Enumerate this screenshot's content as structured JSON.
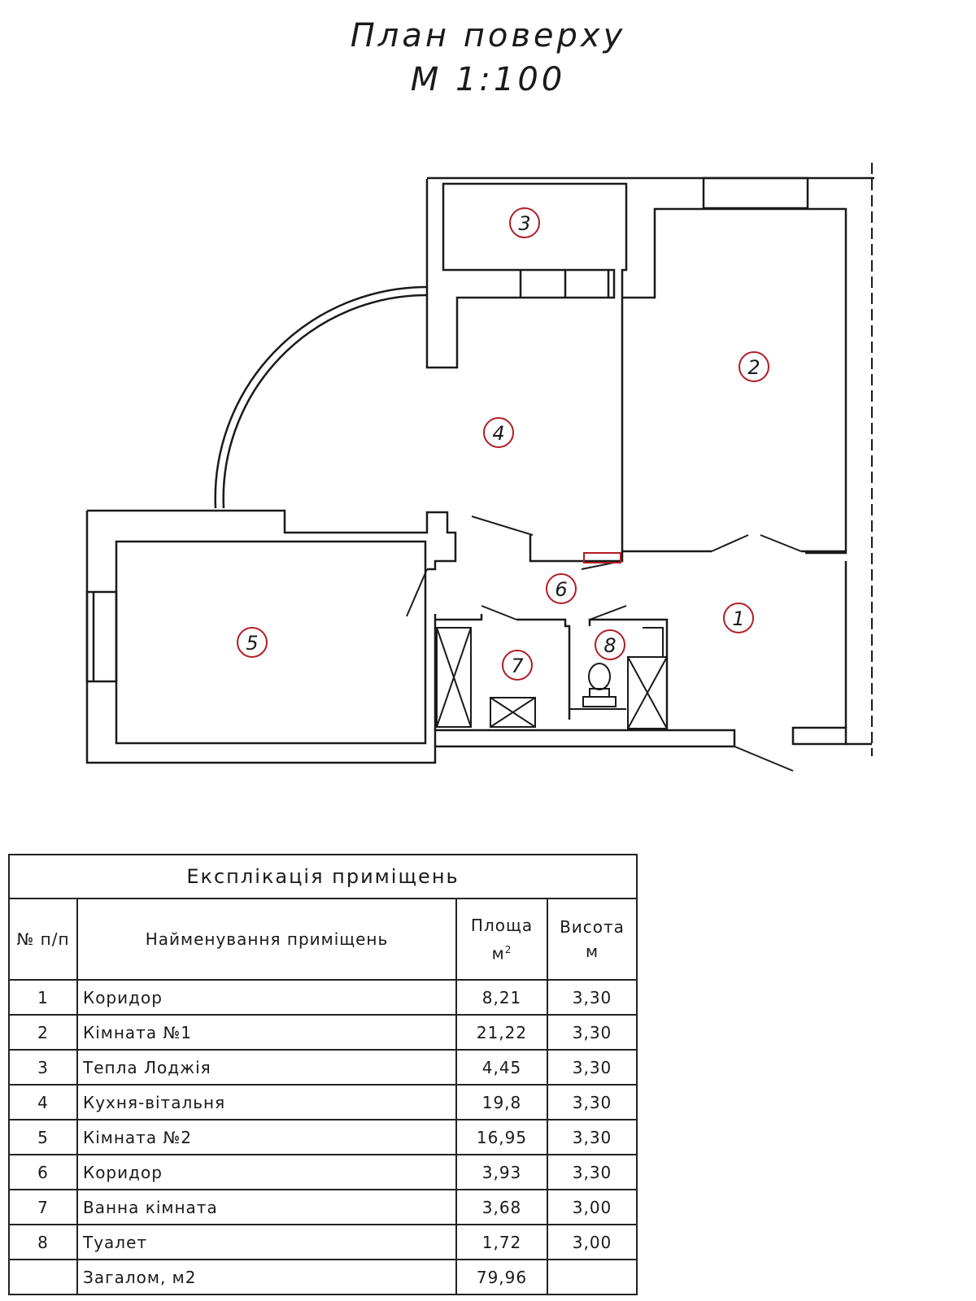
{
  "title": {
    "line1": "План поверху",
    "line2": "М 1:100"
  },
  "rooms": [
    {
      "number": "1",
      "name": "Коридор",
      "area": "8,21",
      "height": "3,30"
    },
    {
      "number": "2",
      "name": "Кімната №1",
      "area": "21,22",
      "height": "3,30"
    },
    {
      "number": "3",
      "name": "Тепла Лоджія",
      "area": "4,45",
      "height": "3,30"
    },
    {
      "number": "4",
      "name": "Кухня-вітальня",
      "area": "19,8",
      "height": "3,30"
    },
    {
      "number": "5",
      "name": "Кімната №2",
      "area": "16,95",
      "height": "3,30"
    },
    {
      "number": "6",
      "name": "Коридор",
      "area": "3,93",
      "height": "3,30"
    },
    {
      "number": "7",
      "name": "Ванна кімната",
      "area": "3,68",
      "height": "3,00"
    },
    {
      "number": "8",
      "name": "Туалет",
      "area": "1,72",
      "height": "3,00"
    }
  ],
  "table": {
    "caption": "Експлікація приміщень",
    "headers": {
      "num": "№ п/п",
      "name": "Найменування приміщень",
      "area_line1": "Площа",
      "area_unit": "м",
      "area_sup": "2",
      "height_line1": "Висота",
      "height_unit": "м"
    },
    "total": {
      "label": "Загалом, м2",
      "area": "79,96"
    }
  },
  "colors": {
    "line": "#1a1a1a",
    "marker": "#b01e24",
    "background": "#ffffff"
  }
}
